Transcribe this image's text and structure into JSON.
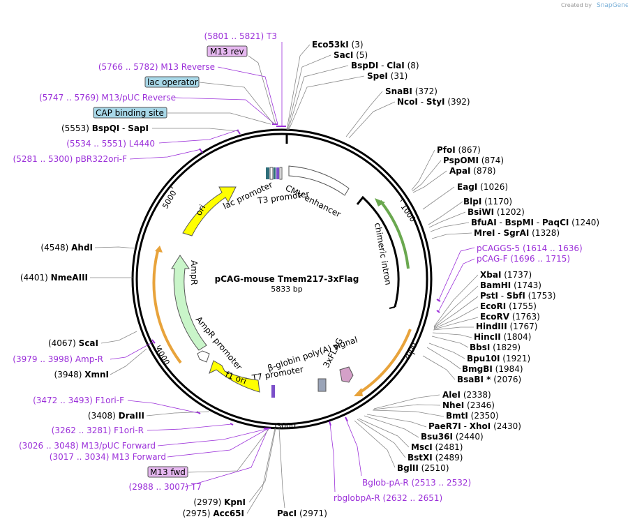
{
  "header": {
    "credit_prefix": "Created by",
    "credit_brand": "SnapGene"
  },
  "plasmid": {
    "name": "pCAG-mouse Tmem217-3xFlag",
    "length_label": "5833 bp"
  },
  "ticks": [
    "1000",
    "2000",
    "3000",
    "4000",
    "5000"
  ],
  "features": {
    "cmv_enhancer": "CMV enhancer",
    "chimeric_intron": "chimeric intron",
    "beta_globin": "β-globin poly(A) signal",
    "flag": "3xFLAG",
    "t7_promoter": "T7 promoter",
    "f1_ori": "f1 ori",
    "ampr_promoter": "AmpR promoter",
    "ampr": "AmpR",
    "ori": "ori",
    "lac_promoter": "lac promoter",
    "t3_promoter": "T3 promoter"
  },
  "boxed": {
    "m13_rev": "M13 rev",
    "lac_operator": "lac operator",
    "cap_site": "CAP binding site",
    "m13_fwd": "M13 fwd"
  },
  "enzymes_right": [
    {
      "name": "Eco53kI",
      "pos": "(3)"
    },
    {
      "name": "SacI",
      "pos": "(5)"
    },
    {
      "name": "BspDI",
      "sep": " - ",
      "alt": "ClaI",
      "pos": "(8)"
    },
    {
      "name": "SpeI",
      "pos": "(31)"
    },
    {
      "name": "SnaBI",
      "pos": "(372)"
    },
    {
      "name": "NcoI",
      "sep": " - ",
      "alt": "StyI",
      "pos": "(392)"
    },
    {
      "name": "PfoI",
      "pos": "(867)"
    },
    {
      "name": "PspOMI",
      "pos": "(874)"
    },
    {
      "name": "ApaI",
      "pos": "(878)"
    },
    {
      "name": "EagI",
      "pos": "(1026)"
    },
    {
      "name": "BlpI",
      "pos": "(1170)"
    },
    {
      "name": "BsiWI",
      "pos": "(1202)"
    },
    {
      "name": "BfuAI",
      "sep": " - ",
      "alt": "BspMI",
      "sep2": " - ",
      "alt2": "PaqCI",
      "pos": "(1240)"
    },
    {
      "name": "MreI",
      "sep": " - ",
      "alt": "SgrAI",
      "pos": "(1328)"
    },
    {
      "name": "XbaI",
      "pos": "(1737)"
    },
    {
      "name": "BamHI",
      "pos": "(1743)"
    },
    {
      "name": "PstI",
      "sep": " - ",
      "alt": "SbfI",
      "pos": "(1753)"
    },
    {
      "name": "EcoRI",
      "pos": "(1755)"
    },
    {
      "name": "EcoRV",
      "pos": "(1763)"
    },
    {
      "name": "HindIII",
      "pos": "(1767)"
    },
    {
      "name": "HincII",
      "pos": "(1804)"
    },
    {
      "name": "BbsI",
      "pos": "(1829)"
    },
    {
      "name": "Bpu10I",
      "pos": "(1921)"
    },
    {
      "name": "BmgBI",
      "pos": "(1984)"
    },
    {
      "name": "BsaBI *",
      "pos": "(2076)"
    },
    {
      "name": "AleI",
      "pos": "(2338)"
    },
    {
      "name": "NheI",
      "pos": "(2346)"
    },
    {
      "name": "BmtI",
      "pos": "(2350)"
    },
    {
      "name": "PaeR7I",
      "sep": " - ",
      "alt": "XhoI",
      "pos": "(2430)"
    },
    {
      "name": "Bsu36I",
      "pos": "(2440)"
    },
    {
      "name": "MscI",
      "pos": "(2481)"
    },
    {
      "name": "BstXI",
      "pos": "(2489)"
    },
    {
      "name": "BglII",
      "pos": "(2510)"
    },
    {
      "name": "PacI",
      "pos": "(2971)"
    }
  ],
  "enzymes_left": [
    {
      "pos": "(5553)",
      "name": "BspQI",
      "sep": " - ",
      "alt": "SapI"
    },
    {
      "pos": "(4548)",
      "name": "AhdI"
    },
    {
      "pos": "(4401)",
      "name": "NmeAIII"
    },
    {
      "pos": "(4067)",
      "name": "ScaI"
    },
    {
      "pos": "(3948)",
      "name": "XmnI"
    },
    {
      "pos": "(3408)",
      "name": "DraIII"
    },
    {
      "pos": "(2979)",
      "name": "KpnI"
    },
    {
      "pos": "(2975)",
      "name": "Acc65I"
    }
  ],
  "primers": [
    {
      "range": "(5801 .. 5821)",
      "name": "T3"
    },
    {
      "range": "(5766 .. 5782)",
      "name": "M13 Reverse"
    },
    {
      "range": "(5747 .. 5769)",
      "name": "M13/pUC Reverse"
    },
    {
      "range": "(5534 .. 5551)",
      "name": "L4440"
    },
    {
      "range": "(5281 .. 5300)",
      "name": "pBR322ori-F"
    },
    {
      "name": "pCAGGS-5",
      "range": "(1614 .. 1636)"
    },
    {
      "name": "pCAG-F",
      "range": "(1696 .. 1715)"
    },
    {
      "range": "(3979 .. 3998)",
      "name": "Amp-R"
    },
    {
      "range": "(3472 .. 3493)",
      "name": "F1ori-F"
    },
    {
      "range": "(3262 .. 3281)",
      "name": "F1ori-R"
    },
    {
      "range": "(3026 .. 3048)",
      "name": "M13/pUC Forward"
    },
    {
      "range": "(3017 .. 3034)",
      "name": "M13 Forward"
    },
    {
      "range": "(2988 .. 3007)",
      "name": "T7"
    },
    {
      "name": "Bglob-pA-R",
      "range": "(2513 .. 2532)"
    },
    {
      "name": "rbglobpA-R",
      "range": "(2632 .. 2651)"
    }
  ],
  "colors": {
    "ampr": "#c9f5c9",
    "ori": "#ffff00",
    "f1ori": "#ffff00",
    "intron_green": "#6aa84f",
    "orange": "#e8a33b",
    "primer": "#9b30d9",
    "box_blue": "#a8d8e8",
    "box_purple": "#e6b8f0"
  }
}
